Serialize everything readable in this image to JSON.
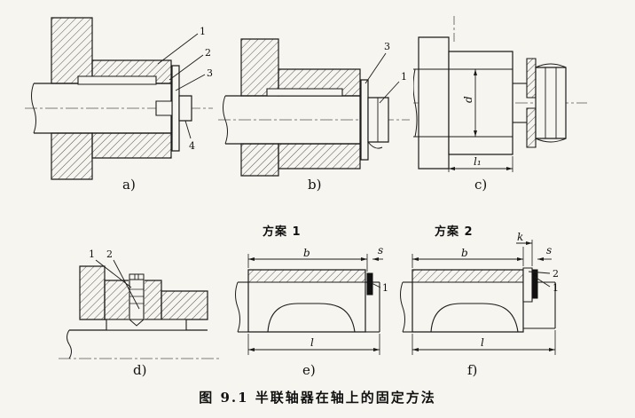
{
  "caption": "图 9.1  半联轴器在轴上的固定方法",
  "figures": {
    "a": {
      "label": "a)",
      "callout_1": "1",
      "callout_2": "2",
      "callout_3": "3",
      "callout_4": "4"
    },
    "b": {
      "label": "b)",
      "callout_3": "3",
      "callout_1": "1"
    },
    "c": {
      "label": "c)",
      "dim_d": "d",
      "dim_l1": "l₁"
    },
    "d": {
      "label": "d)",
      "callout_1": "1",
      "callout_2": "2"
    },
    "e": {
      "label": "e)",
      "scheme": "方案 1",
      "dim_b": "b",
      "dim_s": "s",
      "dim_l": "l",
      "callout_1": "1"
    },
    "f": {
      "label": "f)",
      "scheme": "方案 2",
      "dim_b": "b",
      "dim_k": "k",
      "dim_s": "s",
      "dim_l": "l",
      "callout_1": "1",
      "callout_2": "2"
    }
  }
}
